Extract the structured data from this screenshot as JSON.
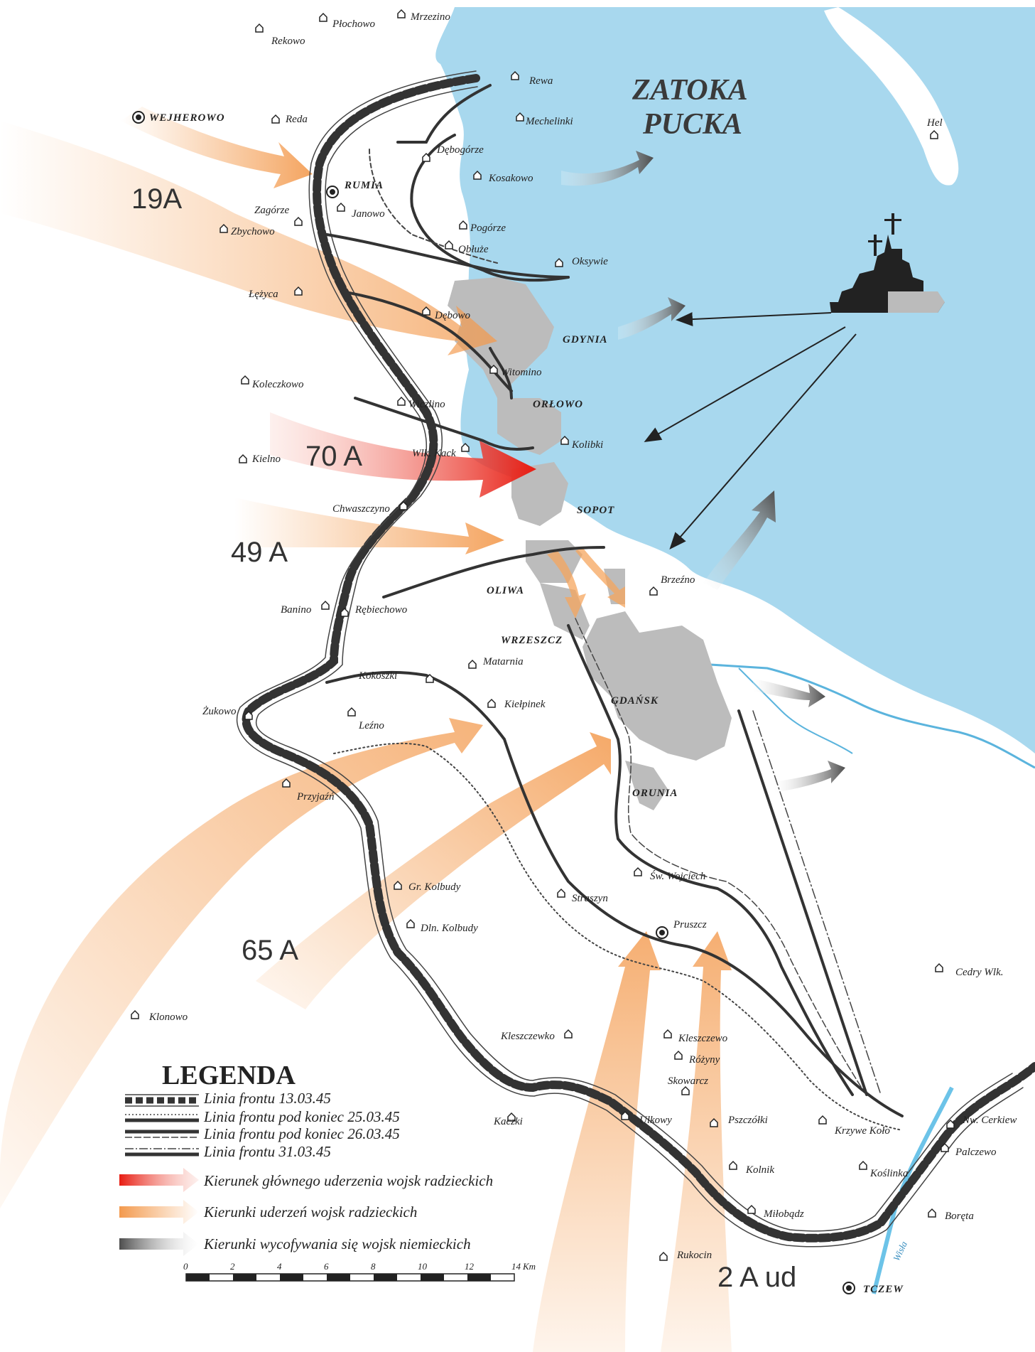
{
  "sea": {
    "line1": "ZATOKA",
    "line2": "PUCKA"
  },
  "armies": {
    "a19": "19A",
    "a70": "70 A",
    "a49": "49 A",
    "a65": "65 A",
    "a2ud": "2 A ud"
  },
  "cities": {
    "gdynia": "GDYNIA",
    "orlowo": "ORŁOWO",
    "sopot": "SOPOT",
    "oliwa": "OLIWA",
    "wrzeszcz": "WRZESZCZ",
    "gdansk": "GDAŃSK",
    "orunia": "ORUNIA",
    "wejherowo": "WEJHEROWO",
    "rumia": "RUMIA",
    "tczew": "TCZEW"
  },
  "places": {
    "plochowo": "Płochowo",
    "mrzezino": "Mrzezino",
    "rekowo": "Rekowo",
    "rewa": "Rewa",
    "reda": "Reda",
    "mechelinki": "Mechelinki",
    "hel": "Hel",
    "debogorze": "Dębogórze",
    "kosakowo": "Kosakowo",
    "zagorze": "Zagórze",
    "janowo": "Janowo",
    "zbychowo": "Zbychowo",
    "pogorze": "Pogórze",
    "obluze": "Obłuże",
    "oksywie": "Oksywie",
    "lezyca": "Łężyca",
    "demptowo": "Dębowo",
    "koleczkowo": "Koleczkowo",
    "wiczlino": "Wiczlino",
    "witomino": "Witomino",
    "kielno": "Kielno",
    "wlkkack": "Wlk. Kack",
    "kolibki": "Kolibki",
    "chwaszczyno": "Chwaszczyno",
    "brzezno": "Brzeźno",
    "banino": "Banino",
    "rebiechowo": "Rębiechowo",
    "matarnia": "Matarnia",
    "kokoszki": "Kokoszki",
    "kielpinek": "Kiełpinek",
    "zukowo": "Żukowo",
    "lezno": "Leźno",
    "przyjazn": "Przyjaźń",
    "swwojciech": "Św. Wojciech",
    "straszyn": "Straszyn",
    "grkolbudy": "Gr. Kolbudy",
    "dlnkolbudy": "Dln. Kolbudy",
    "pruszcz": "Pruszcz",
    "cedrywlk": "Cedry Wlk.",
    "klonowo": "Klonowo",
    "kleszczewko": "Kleszczewko",
    "kleszczewo": "Kleszczewo",
    "rozyny": "Różyny",
    "skowarcz": "Skowarcz",
    "kaczki": "Kaczki",
    "ulkowy": "Ulkowy",
    "pszczolki": "Pszczółki",
    "krzywekolo": "Krzywe Koło",
    "nwcerkiew": "Nw. Cerkiew",
    "palczewo": "Palczewo",
    "kolnik": "Kolnik",
    "koslinka": "Koślinka",
    "milobadz": "Miłobądz",
    "boreta": "Boręta",
    "rukocin": "Rukocin",
    "wisla": "Wisła"
  },
  "legend": {
    "title": "LEGENDA",
    "items": [
      "Linia frontu 13.03.45",
      "Linia frontu pod koniec 25.03.45",
      "Linia frontu pod koniec 26.03.45",
      "Linia frontu 31.03.45",
      "Kierunek głównego uderzenia wojsk radzieckich",
      "Kierunki uderzeń wojsk radzieckich",
      "Kierunki wycofywania się wojsk niemieckich"
    ]
  },
  "scale": {
    "ticks": [
      "0",
      "2",
      "4",
      "6",
      "8",
      "10",
      "12",
      "14"
    ],
    "unit": "Km"
  },
  "colors": {
    "sea": "#a8d8ee",
    "urban": "#bcbcbc",
    "soviet": "#f5a55e",
    "main": "#e8251c",
    "retreat": "#555555"
  }
}
